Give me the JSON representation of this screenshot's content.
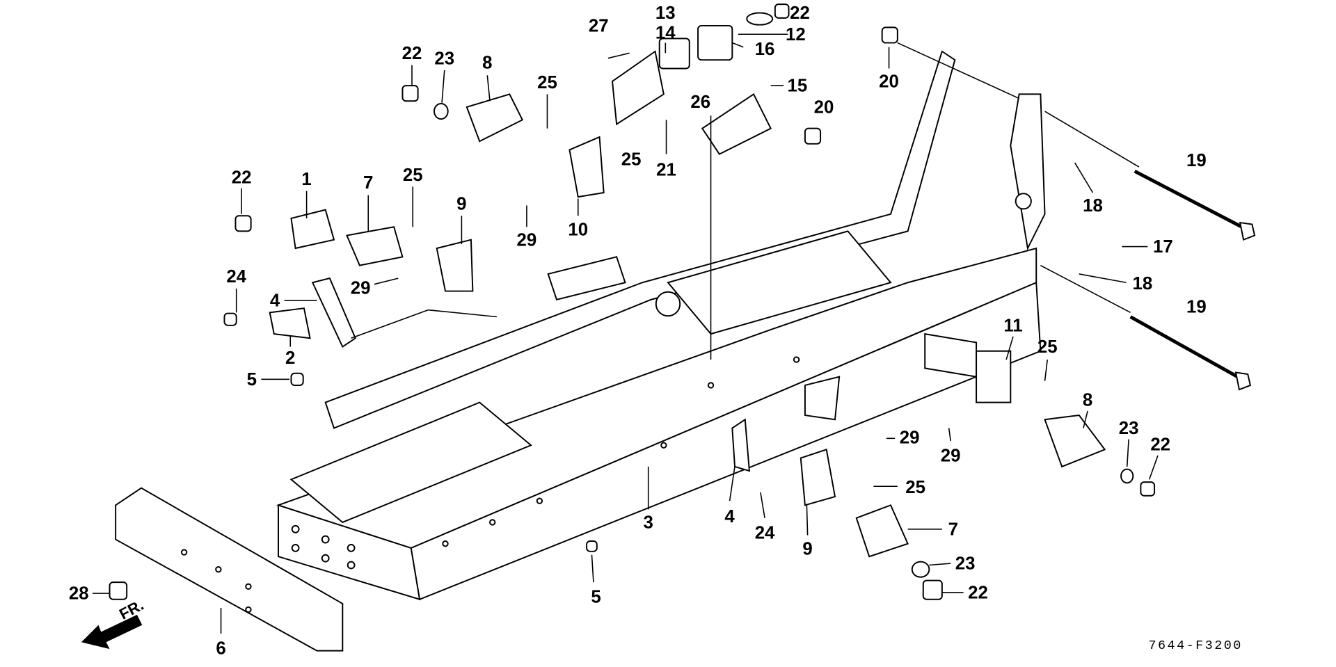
{
  "diagram": {
    "drawing_code": "7644-F3200",
    "direction_marker": "FR.",
    "callouts": [
      "27",
      "13",
      "14",
      "22",
      "12",
      "16",
      "22",
      "23",
      "8",
      "20",
      "15",
      "25",
      "26",
      "20",
      "25",
      "21",
      "19",
      "22",
      "1",
      "7",
      "25",
      "9",
      "18",
      "29",
      "10",
      "17",
      "24",
      "29",
      "4",
      "18",
      "19",
      "2",
      "11",
      "25",
      "5",
      "8",
      "29",
      "29",
      "23",
      "22",
      "25",
      "3",
      "4",
      "24",
      "9",
      "7",
      "23",
      "22",
      "28",
      "5",
      "6"
    ],
    "line_color": "#000000",
    "background": "#ffffff"
  }
}
